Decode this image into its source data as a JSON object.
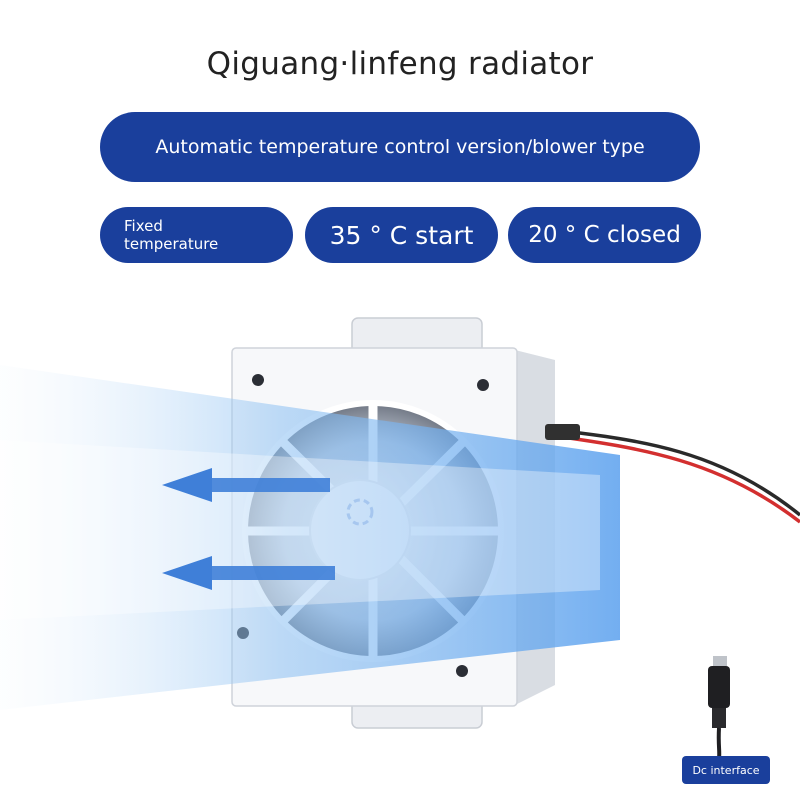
{
  "header": {
    "title": "Qiguang·linfeng radiator"
  },
  "badges": {
    "version": "Automatic temperature control version/blower type",
    "fixed": "Fixed temperature",
    "start": "35 ° C start",
    "closed": "20 ° C closed"
  },
  "connector": {
    "label": "Dc interface"
  },
  "colors": {
    "badge_blue": "#1a3f9c",
    "airflow_blue": "#4a90e2",
    "cable_red": "#d32f2f"
  },
  "icons": {
    "fan": "fan-icon",
    "airflow_arrow": "arrow-left-icon",
    "connector": "dc-plug-icon"
  }
}
